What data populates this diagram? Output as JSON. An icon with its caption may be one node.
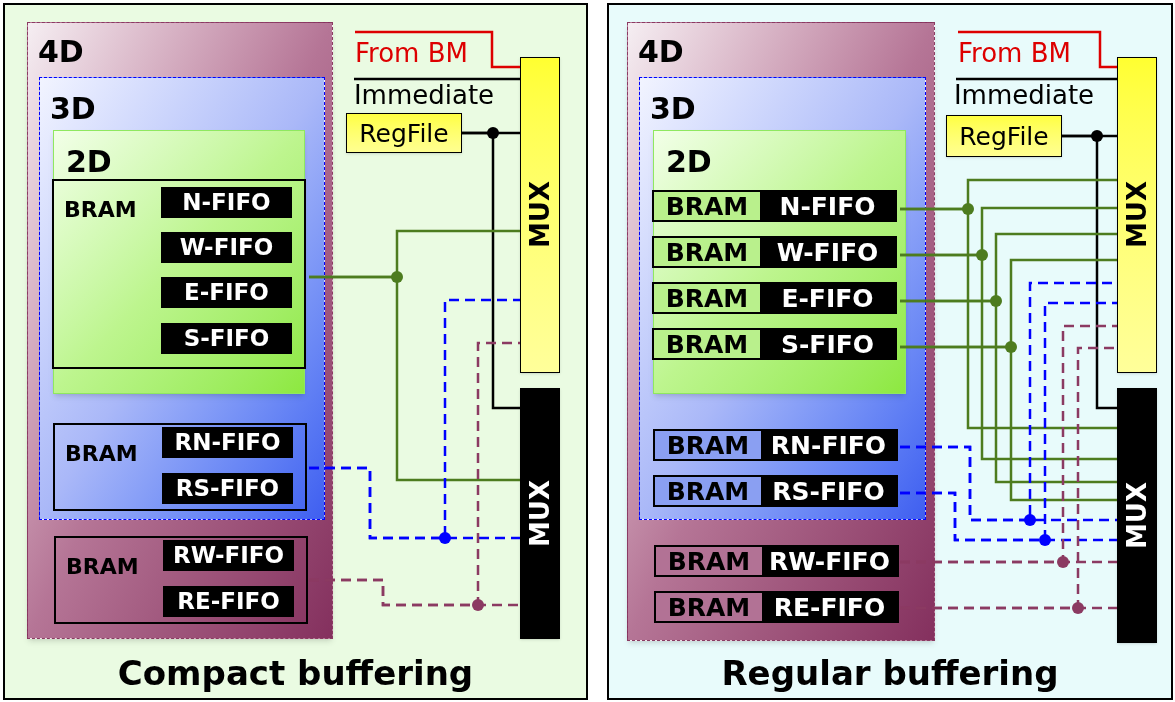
{
  "diagram": {
    "nodes": [
      {
        "text": [
          "Compact buffering"
        ]
      },
      {
        "text": [
          "4D"
        ],
        "in": 0
      },
      {
        "text": [
          "3D"
        ],
        "in": 1
      },
      {
        "text": [
          "2D"
        ],
        "in": 2
      },
      {
        "text": [
          "BRAM"
        ],
        "in": 3
      },
      {
        "text": [
          "N-FIFO"
        ],
        "in": 4
      },
      {
        "text": [
          "W-FIFO"
        ],
        "in": 4
      },
      {
        "text": [
          "E-FIFO"
        ],
        "in": 4
      },
      {
        "text": [
          "S-FIFO"
        ],
        "in": 4
      },
      {
        "text": [
          "BRAM"
        ],
        "in": 2
      },
      {
        "text": [
          "RN-FIFO"
        ],
        "in": 9
      },
      {
        "text": [
          "RS-FIFO"
        ],
        "in": 9
      },
      {
        "text": [
          "BRAM"
        ],
        "in": 1
      },
      {
        "text": [
          "RW-FIFO"
        ],
        "in": 12
      },
      {
        "text": [
          "RE-FIFO"
        ],
        "in": 12
      },
      {
        "text": [
          "From BM"
        ],
        "in": 0
      },
      {
        "text": [
          "Immediate"
        ],
        "in": 0
      },
      {
        "text": [
          "RegFile"
        ],
        "in": 0
      },
      {
        "text": [
          "MUX"
        ],
        "in": 0
      },
      {
        "text": [
          "MUX"
        ],
        "in": 0
      },
      {
        "text": [
          "Regular buffering"
        ]
      },
      {
        "text": [
          "4D"
        ],
        "in": 20
      },
      {
        "text": [
          "3D"
        ],
        "in": 21
      },
      {
        "text": [
          "2D"
        ],
        "in": 22
      },
      {
        "text": [
          "BRAM",
          "N-FIFO"
        ],
        "in": 23
      },
      {
        "text": [
          "BRAM",
          "W-FIFO"
        ],
        "in": 23
      },
      {
        "text": [
          "BRAM",
          "E-FIFO"
        ],
        "in": 23
      },
      {
        "text": [
          "BRAM",
          "S-FIFO"
        ],
        "in": 23
      },
      {
        "text": [
          "BRAM",
          "RN-FIFO"
        ],
        "in": 22
      },
      {
        "text": [
          "BRAM",
          "RS-FIFO"
        ],
        "in": 22
      },
      {
        "text": [
          "BRAM",
          "RW-FIFO"
        ],
        "in": 21
      },
      {
        "text": [
          "BRAM",
          "RE-FIFO"
        ],
        "in": 21
      },
      {
        "text": [
          "From BM"
        ],
        "in": 20
      },
      {
        "text": [
          "Immediate"
        ],
        "in": 20
      },
      {
        "text": [
          "RegFile"
        ],
        "in": 20
      },
      {
        "text": [
          "MUX"
        ],
        "in": 20
      },
      {
        "text": [
          "MUX"
        ],
        "in": 20
      }
    ],
    "edges": [
      {
        "from": 15,
        "to": 18,
        "arrow": "none",
        "color": "#dd0000"
      },
      {
        "from": 16,
        "to": 18,
        "arrow": "none",
        "color": "#000000"
      },
      {
        "from": 17,
        "to": 18,
        "arrow": "none",
        "color": "#000000"
      },
      {
        "from": 17,
        "to": 19,
        "arrow": "none",
        "color": "#000000"
      },
      {
        "from": 4,
        "to": 18,
        "arrow": "none"
      },
      {
        "from": 4,
        "to": 19,
        "arrow": "none"
      },
      {
        "from": 9,
        "to": 18,
        "arrow": "none",
        "style": "dashed",
        "color": "#0000ff"
      },
      {
        "from": 9,
        "to": 19,
        "arrow": "none",
        "style": "dashed",
        "color": "#0000ff"
      },
      {
        "from": 12,
        "to": 18,
        "arrow": "none",
        "style": "dashed",
        "color": "#8b3a62"
      },
      {
        "from": 12,
        "to": 19,
        "arrow": "none",
        "style": "dashed",
        "color": "#8b3a62"
      },
      {
        "from": 32,
        "to": 35,
        "arrow": "none",
        "color": "#dd0000"
      },
      {
        "from": 33,
        "to": 35,
        "arrow": "none",
        "color": "#000000"
      },
      {
        "from": 34,
        "to": 35,
        "arrow": "none",
        "color": "#000000"
      },
      {
        "from": 34,
        "to": 36,
        "arrow": "none",
        "color": "#000000"
      },
      {
        "from": 24,
        "to": 35,
        "arrow": "none"
      },
      {
        "from": 24,
        "to": 36,
        "arrow": "none"
      },
      {
        "from": 25,
        "to": 35,
        "arrow": "none"
      },
      {
        "from": 25,
        "to": 36,
        "arrow": "none"
      },
      {
        "from": 26,
        "to": 35,
        "arrow": "none"
      },
      {
        "from": 26,
        "to": 36,
        "arrow": "none"
      },
      {
        "from": 27,
        "to": 35,
        "arrow": "none"
      },
      {
        "from": 27,
        "to": 36,
        "arrow": "none"
      },
      {
        "from": 28,
        "to": 35,
        "arrow": "none",
        "style": "dashed",
        "color": "#0000ff"
      },
      {
        "from": 28,
        "to": 36,
        "arrow": "none",
        "style": "dashed",
        "color": "#0000ff"
      },
      {
        "from": 29,
        "to": 35,
        "arrow": "none",
        "style": "dashed",
        "color": "#0000ff"
      },
      {
        "from": 29,
        "to": 36,
        "arrow": "none",
        "style": "dashed",
        "color": "#0000ff"
      },
      {
        "from": 30,
        "to": 35,
        "arrow": "none",
        "style": "dashed",
        "color": "#8b3a62"
      },
      {
        "from": 30,
        "to": 36,
        "arrow": "none",
        "style": "dashed",
        "color": "#8b3a62"
      },
      {
        "from": 31,
        "to": 35,
        "arrow": "none",
        "style": "dashed",
        "color": "#8b3a62"
      },
      {
        "from": 31,
        "to": 36,
        "arrow": "none",
        "style": "dashed",
        "color": "#8b3a62"
      }
    ]
  }
}
